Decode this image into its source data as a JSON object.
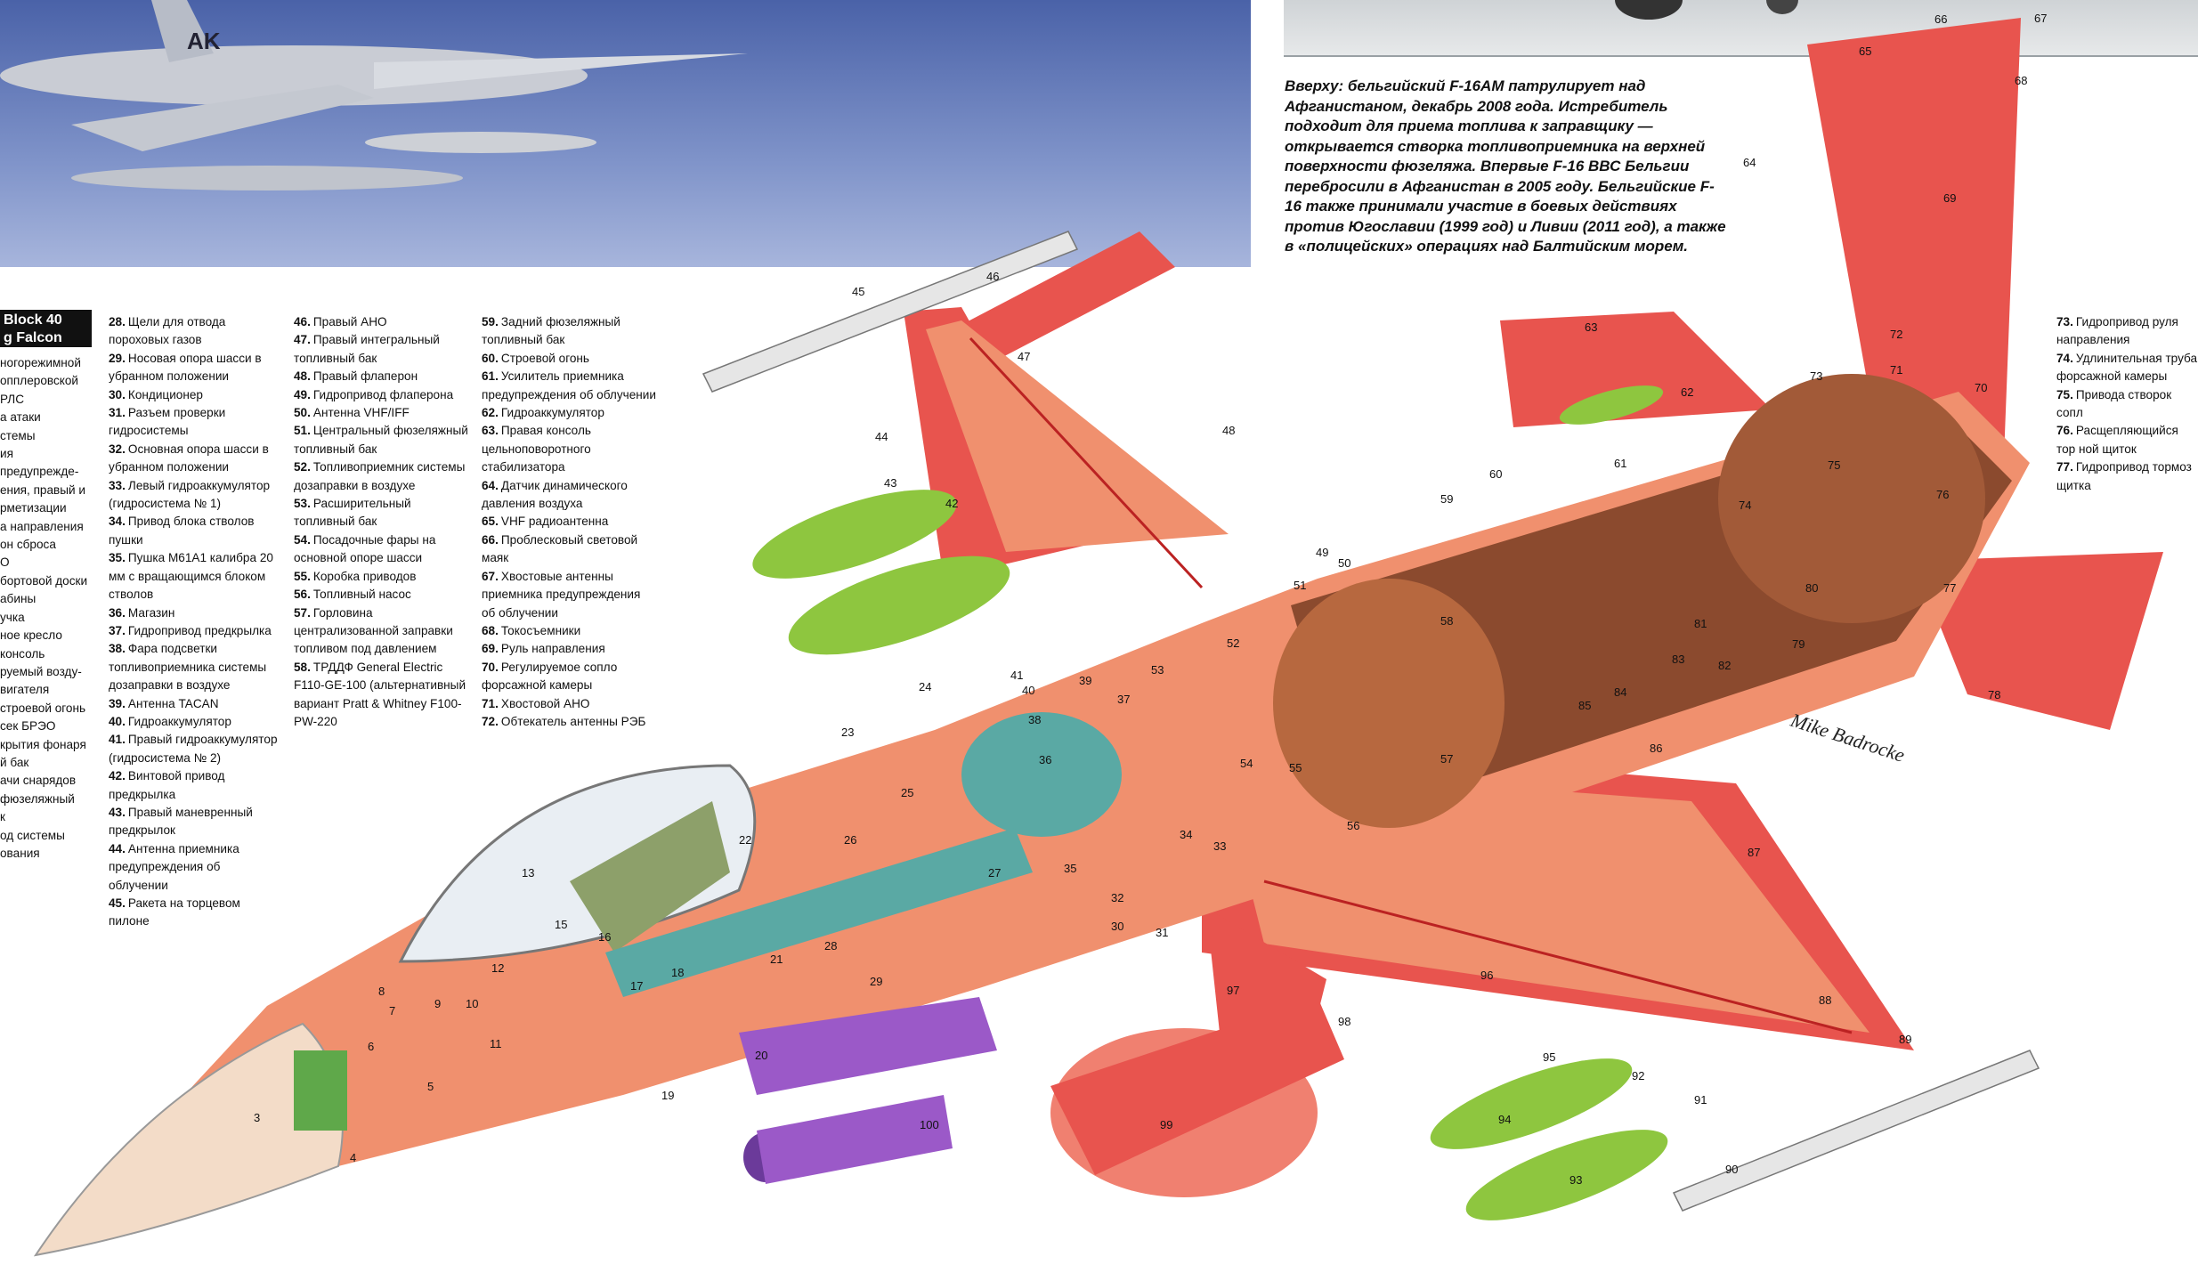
{
  "title": {
    "line1": "Block 40",
    "line2": "g Falcon"
  },
  "caption": "Вверху: бельгийский F-16AM патрулирует над Афганистаном, декабрь 2008 года. Истребитель подходит для приема топлива к заправщику — открывается створка топливоприемника на верхней поверхности фюзеляжа. Впервые F-16 ВВС Бельгии перебросили в Афганистан в 2005 году. Бельгийские F-16 также принимали участие в боевых действиях против Югославии (1999 год) и Ливии (2011 год), а также в «полицейских» операциях над Балтийским морем.",
  "photo_tail_code": "AK",
  "signature": "Mike Badrocke",
  "legend_partial": [
    "ногорежимной",
    "опплеровской РЛС",
    "а атаки",
    "стемы",
    "ия",
    "предупрежде-",
    "ения, правый и",
    "рметизации",
    "а направления",
    "он сброса",
    "О",
    "бортовой доски",
    "абины",
    "учка",
    "ное кресло",
    "консоль",
    "руемый возду-",
    "вигателя",
    "строевой огонь",
    "сек БРЭО",
    "крытия фонаря",
    "й бак",
    "ачи снарядов",
    "фюзеляжный",
    "к",
    "од системы",
    "ования"
  ],
  "legend_col_a": [
    {
      "num": "28.",
      "text": "Щели для отвода пороховых газов"
    },
    {
      "num": "29.",
      "text": "Носовая опора шасси в убранном положении"
    },
    {
      "num": "30.",
      "text": "Кондиционер"
    },
    {
      "num": "31.",
      "text": "Разъем проверки гидросистемы"
    },
    {
      "num": "32.",
      "text": "Основная опора шасси в убранном положении"
    },
    {
      "num": "33.",
      "text": "Левый гидроаккумулятор (гидросистема № 1)"
    },
    {
      "num": "34.",
      "text": "Привод блока стволов пушки"
    },
    {
      "num": "35.",
      "text": "Пушка М61А1 калибра 20 мм с вращающимся блоком стволов"
    },
    {
      "num": "36.",
      "text": "Магазин"
    },
    {
      "num": "37.",
      "text": "Гидропривод предкрылка"
    },
    {
      "num": "38.",
      "text": "Фара подсветки топливоприемника системы дозаправки в воздухе"
    },
    {
      "num": "39.",
      "text": "Антенна TACAN"
    },
    {
      "num": "40.",
      "text": "Гидроаккумулятор"
    },
    {
      "num": "41.",
      "text": "Правый гидроаккумулятор (гидросистема № 2)"
    },
    {
      "num": "42.",
      "text": "Винтовой привод предкрылка"
    },
    {
      "num": "43.",
      "text": "Правый маневренный предкрылок"
    },
    {
      "num": "44.",
      "text": "Антенна приемника предупреждения об облучении"
    },
    {
      "num": "45.",
      "text": "Ракета на торцевом пилоне"
    }
  ],
  "legend_col_b": [
    {
      "num": "46.",
      "text": "Правый АНО"
    },
    {
      "num": "47.",
      "text": "Правый интегральный топливный бак"
    },
    {
      "num": "48.",
      "text": "Правый флаперон"
    },
    {
      "num": "49.",
      "text": "Гидропривод флаперона"
    },
    {
      "num": "50.",
      "text": "Антенна VHF/IFF"
    },
    {
      "num": "51.",
      "text": "Центральный фюзеляжный топливный бак"
    },
    {
      "num": "52.",
      "text": "Топливоприемник системы дозаправки в воздухе"
    },
    {
      "num": "53.",
      "text": "Расширительный топливный бак"
    },
    {
      "num": "54.",
      "text": "Посадочные фары на основной опоре шасси"
    },
    {
      "num": "55.",
      "text": "Коробка приводов"
    },
    {
      "num": "56.",
      "text": "Топливный насос"
    },
    {
      "num": "57.",
      "text": "Горловина централизованной заправки топливом под давлением"
    },
    {
      "num": "58.",
      "text": "ТРДДФ General Electric F110-GE-100 (альтернативный вариант Pratt & Whitney F100-PW-220"
    }
  ],
  "legend_col_c": [
    {
      "num": "59.",
      "text": "Задний фюзеляжный топливный бак"
    },
    {
      "num": "60.",
      "text": "Строевой огонь"
    },
    {
      "num": "61.",
      "text": "Усилитель приемника предупреждения об облучении"
    },
    {
      "num": "62.",
      "text": "Гидроаккумулятор"
    },
    {
      "num": "63.",
      "text": "Правая консоль цельноповоротного стабилизатора"
    },
    {
      "num": "64.",
      "text": "Датчик динамического давления воздуха"
    },
    {
      "num": "65.",
      "text": "VHF радиоантенна"
    },
    {
      "num": "66.",
      "text": "Проблесковый световой маяк"
    },
    {
      "num": "67.",
      "text": "Хвостовые антенны приемника предупреждения об облучении"
    },
    {
      "num": "68.",
      "text": "Токосъемники"
    },
    {
      "num": "69.",
      "text": "Руль направления"
    },
    {
      "num": "70.",
      "text": "Регулируемое сопло форсажной камеры"
    },
    {
      "num": "71.",
      "text": "Хвостовой АНО"
    },
    {
      "num": "72.",
      "text": "Обтекатель антенны РЭБ"
    }
  ],
  "legend_col_d": [
    {
      "num": "73.",
      "text": "Гидропривод руля направления"
    },
    {
      "num": "74.",
      "text": "Удлинительная труба форсажной камеры"
    },
    {
      "num": "75.",
      "text": "Привода створок сопл"
    },
    {
      "num": "76.",
      "text": "Расщепляющийся тор ной щиток"
    },
    {
      "num": "77.",
      "text": "Гидропривод тормоз щитка"
    }
  ],
  "callouts": [
    "3",
    "4",
    "5",
    "6",
    "7",
    "8",
    "9",
    "10",
    "11",
    "12",
    "13",
    "15",
    "16",
    "17",
    "18",
    "19",
    "20",
    "21",
    "22",
    "23",
    "24",
    "25",
    "26",
    "27",
    "28",
    "29",
    "30",
    "31",
    "32",
    "33",
    "34",
    "35",
    "36",
    "37",
    "38",
    "39",
    "40",
    "41",
    "42",
    "43",
    "44",
    "45",
    "46",
    "47",
    "48",
    "49",
    "50",
    "51",
    "52",
    "53",
    "54",
    "55",
    "56",
    "57",
    "58",
    "59",
    "60",
    "61",
    "62",
    "63",
    "64",
    "65",
    "66",
    "67",
    "68",
    "69",
    "70",
    "71",
    "72",
    "73",
    "74",
    "75",
    "76",
    "77",
    "78",
    "79",
    "80",
    "81",
    "82",
    "83",
    "84",
    "85",
    "86",
    "87",
    "88",
    "89",
    "90",
    "91",
    "92",
    "93",
    "94",
    "95",
    "96",
    "97",
    "98",
    "99",
    "100"
  ],
  "colors": {
    "airframe_red": "#e8544e",
    "interior_salmon": "#f0906e",
    "engine_brown": "#8b4a2e",
    "missile_green": "#8ec63f",
    "fuel_tank_purple": "#9b59c8",
    "gun_teal": "#5aa9a4",
    "sky_blue": "#5b70b2"
  }
}
